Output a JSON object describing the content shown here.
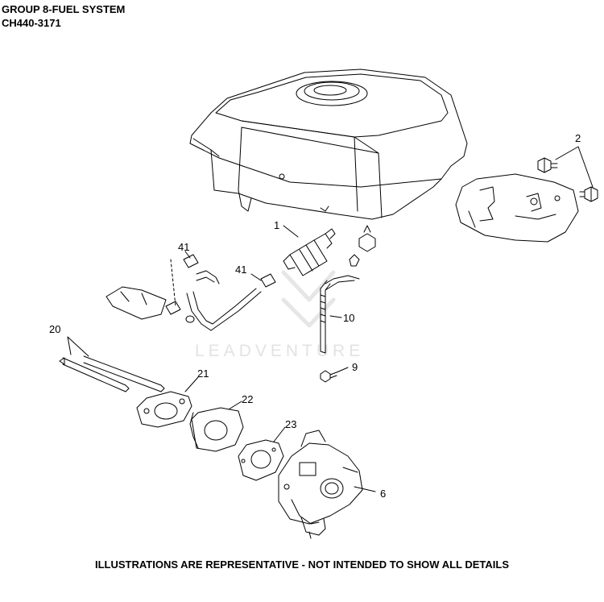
{
  "header": {
    "group_title": "GROUP 8-FUEL SYSTEM",
    "model": "CH440-3171"
  },
  "footer": {
    "disclaimer": "ILLUSTRATIONS ARE REPRESENTATIVE - NOT INTENDED TO SHOW ALL DETAILS"
  },
  "watermark": {
    "text": "LEADVENTURE"
  },
  "callouts": {
    "c1": "1",
    "c2": "2",
    "c6": "6",
    "c9": "9",
    "c10": "10",
    "c20": "20",
    "c21": "21",
    "c22": "22",
    "c23": "23",
    "c41a": "41",
    "c41b": "41"
  },
  "colors": {
    "line": "#000000",
    "watermark": "#e3e3e3"
  }
}
